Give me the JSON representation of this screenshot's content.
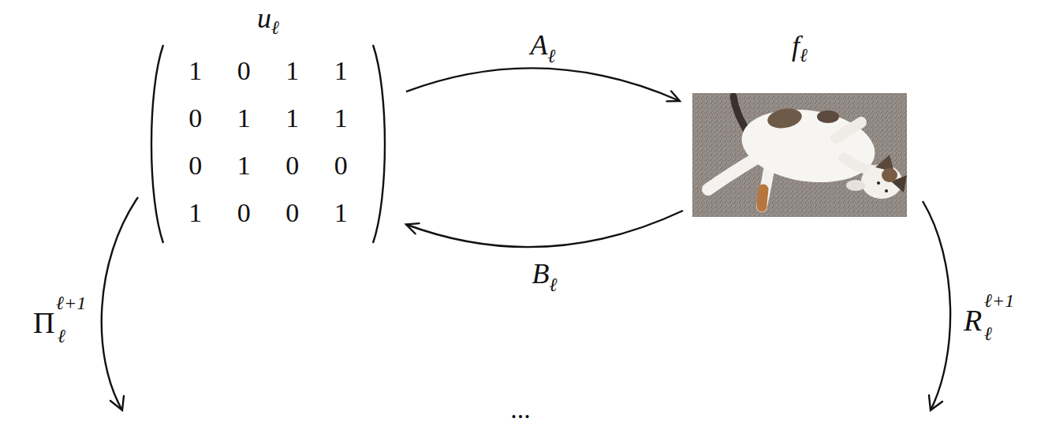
{
  "diagram": {
    "nodes": [
      {
        "text": [
          "u",
          "ℓ",
          "1 0 1 1",
          "0 1 1 1",
          "0 1 0 0",
          "1 0 0 1"
        ]
      },
      {
        "text": [
          "f",
          "ℓ"
        ]
      }
    ],
    "edges": [
      {
        "from": 0,
        "to": 1,
        "arrow": "to",
        "label": "A"
      },
      {
        "from": 1,
        "to": 0,
        "arrow": "to",
        "label": "B"
      }
    ],
    "labels": [
      "ℓ",
      "ℓ",
      "Π",
      "ℓ",
      "ℓ+1",
      "R",
      "ℓ",
      "ℓ+1",
      "..."
    ]
  }
}
